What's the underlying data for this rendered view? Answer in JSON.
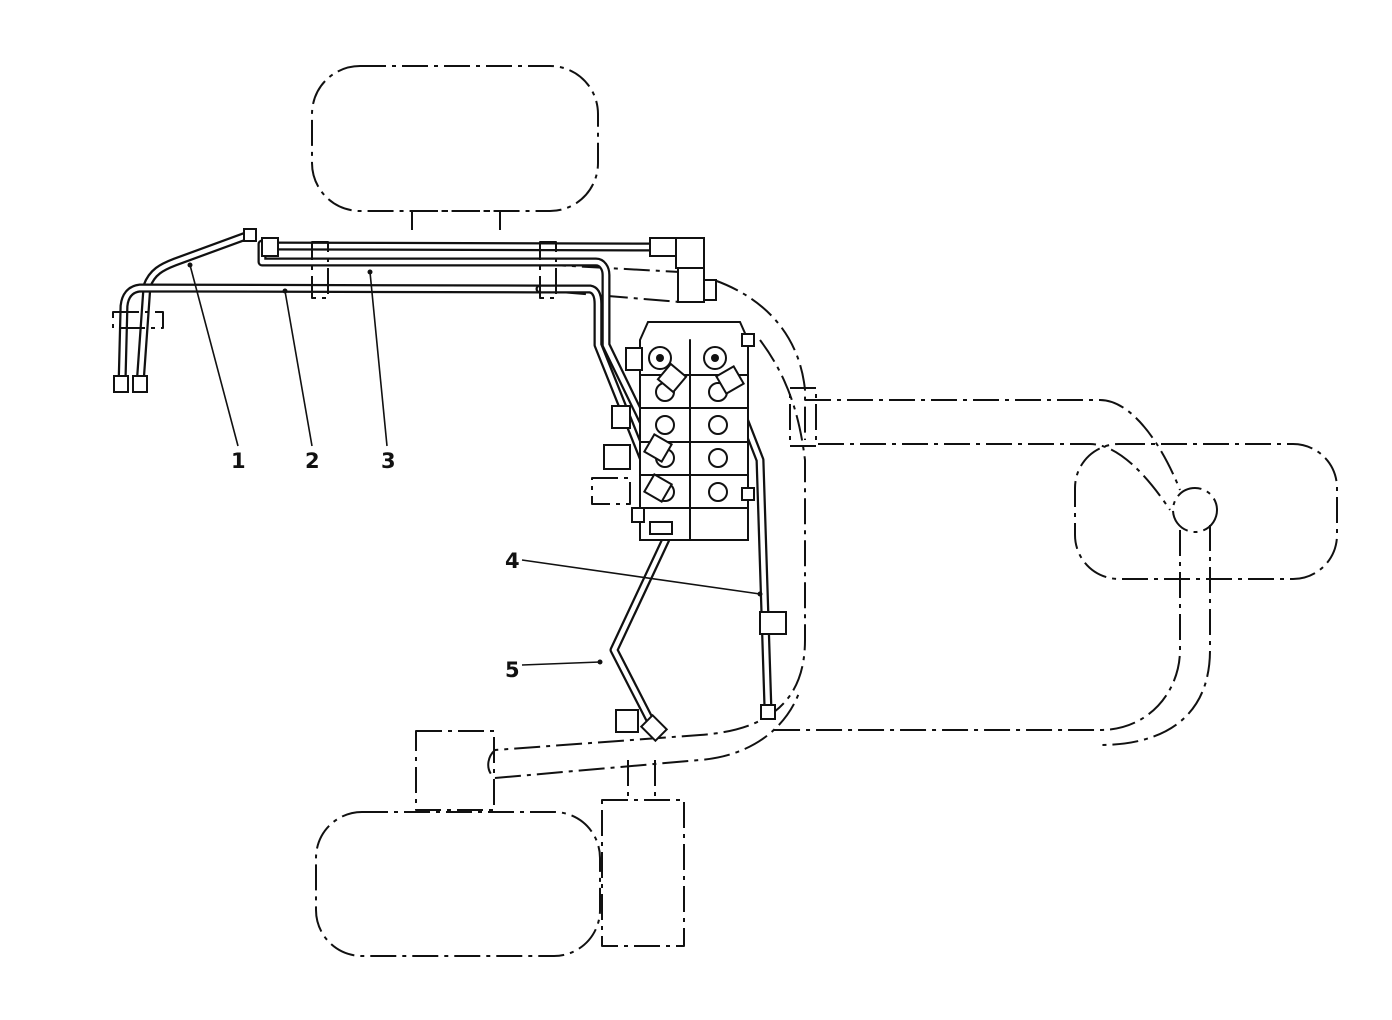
{
  "diagram": {
    "callouts": [
      {
        "id": "callout-1",
        "label": "1"
      },
      {
        "id": "callout-2",
        "label": "2"
      },
      {
        "id": "callout-3",
        "label": "3"
      },
      {
        "id": "callout-4",
        "label": "4"
      },
      {
        "id": "callout-5",
        "label": "5"
      }
    ]
  }
}
